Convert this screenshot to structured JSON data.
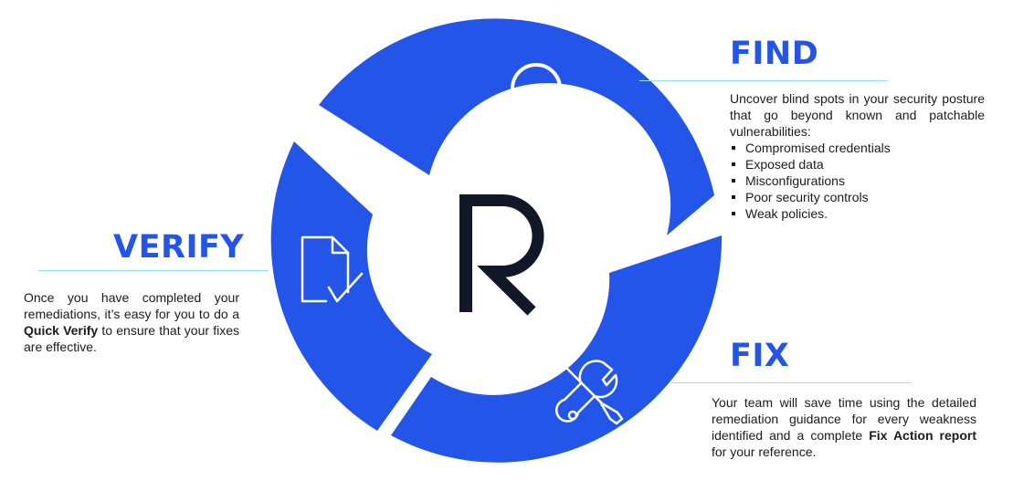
{
  "colors": {
    "accent": "#2356e8",
    "rule": "#8fe0e8",
    "text": "#1b1b1b",
    "logo": "#111827",
    "icon_stroke": "#ffffff"
  },
  "logo": {
    "letter": "R"
  },
  "find": {
    "title": "FIND",
    "description": "Uncover blind spots in your security posture that go beyond known and patchable vulnerabilities:",
    "items": [
      "Compromised credentials",
      "Exposed data",
      "Misconfigurations",
      "Poor security controls",
      "Weak policies."
    ],
    "icon": "magnifier-icon"
  },
  "verify": {
    "title": "VERIFY",
    "text_before": "Once you have completed your remediations, it’s easy for you to do a ",
    "text_bold": "Quick Verify",
    "text_after": " to ensure that your fixes are effective.",
    "icon": "document-check-icon"
  },
  "fix": {
    "title": "FIX",
    "text_before": "Your team will save time using the detailed remediation guidance for every weakness identified and a complete ",
    "text_bold": "Fix Action report",
    "text_after": " for your reference.",
    "icon": "wrench-screwdriver-icon"
  }
}
